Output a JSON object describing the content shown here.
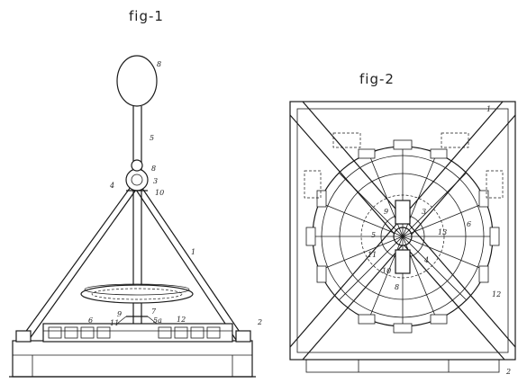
{
  "figures": [
    {
      "label": "fig-1",
      "refs": [
        {
          "id": "r1",
          "text": "8"
        },
        {
          "id": "r2",
          "text": "5"
        },
        {
          "id": "r3",
          "text": "8"
        },
        {
          "id": "r4",
          "text": "3"
        },
        {
          "id": "r5",
          "text": "4"
        },
        {
          "id": "r6",
          "text": "10"
        },
        {
          "id": "r7",
          "text": "1"
        },
        {
          "id": "r8",
          "text": "9"
        },
        {
          "id": "r9",
          "text": "7"
        },
        {
          "id": "r10",
          "text": "6"
        },
        {
          "id": "r11",
          "text": "11"
        },
        {
          "id": "r12",
          "text": "5a"
        },
        {
          "id": "r13",
          "text": "12"
        },
        {
          "id": "r14",
          "text": "2"
        }
      ]
    },
    {
      "label": "fig-2",
      "refs": [
        {
          "id": "s1",
          "text": "1"
        },
        {
          "id": "s2",
          "text": "9"
        },
        {
          "id": "s3",
          "text": "3"
        },
        {
          "id": "s4",
          "text": "6"
        },
        {
          "id": "s5",
          "text": "5"
        },
        {
          "id": "s6",
          "text": "13"
        },
        {
          "id": "s7",
          "text": "11"
        },
        {
          "id": "s8",
          "text": "4"
        },
        {
          "id": "s9",
          "text": "10"
        },
        {
          "id": "s10",
          "text": "8"
        },
        {
          "id": "s11",
          "text": "12"
        },
        {
          "id": "s12",
          "text": "2"
        }
      ]
    }
  ]
}
